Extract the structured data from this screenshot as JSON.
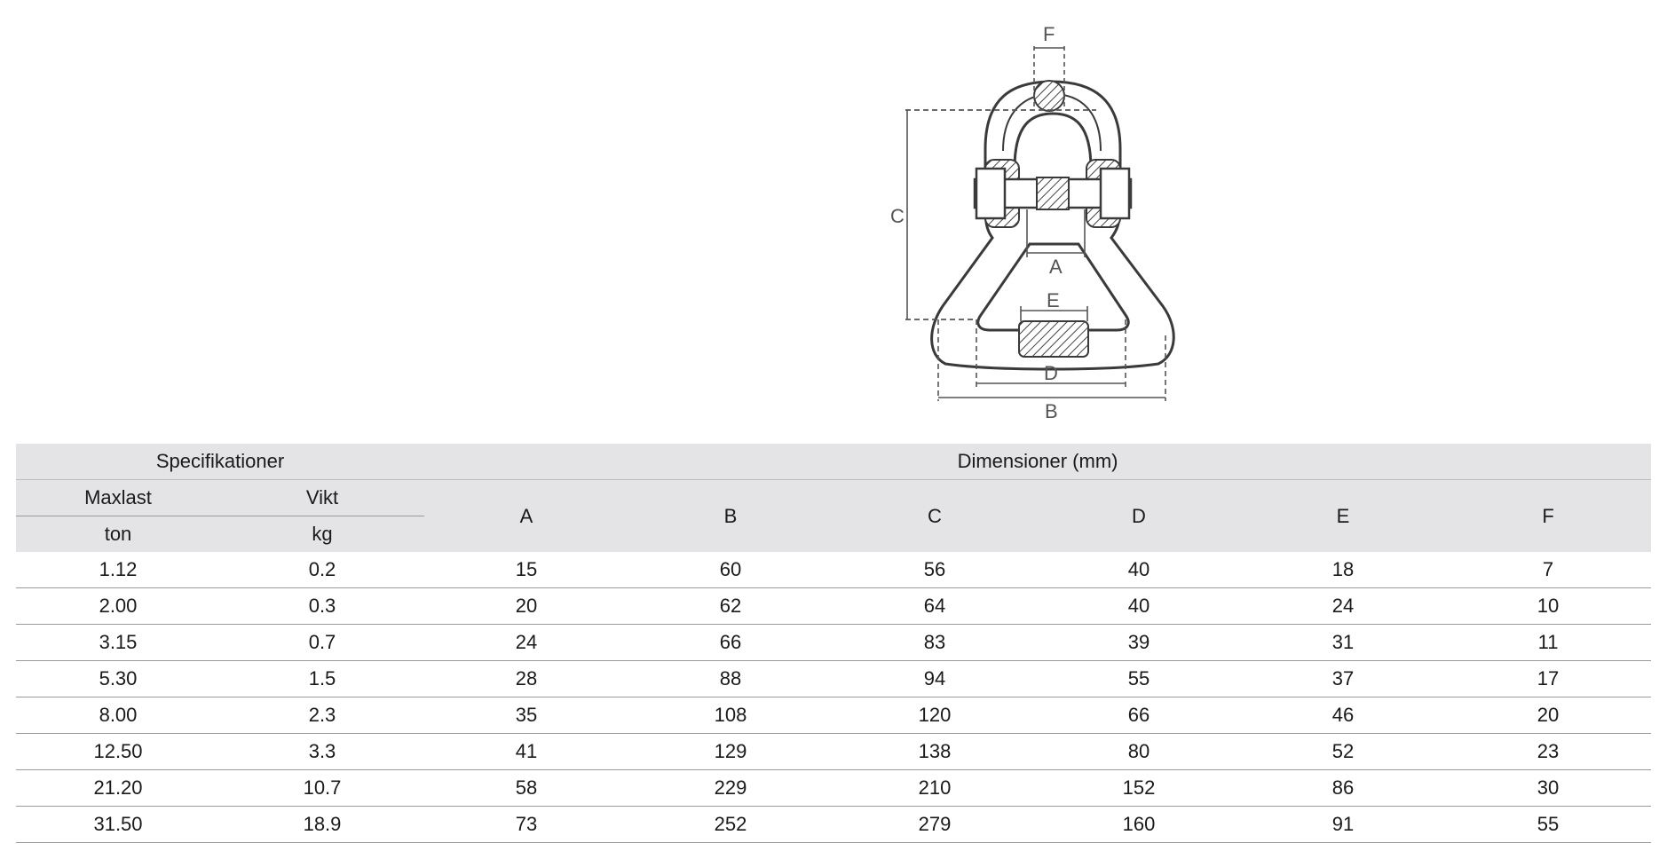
{
  "diagram": {
    "labels": {
      "a": "A",
      "b": "B",
      "c": "C",
      "d": "D",
      "e": "E",
      "f": "F"
    },
    "colors": {
      "line": "#3a3a3a",
      "dim": "#555555",
      "hatch": "#444444"
    }
  },
  "table": {
    "group_headers": {
      "specs": "Specifikationer",
      "dimensions": "Dimensioner (mm)"
    },
    "spec_columns": [
      {
        "name": "Maxlast",
        "unit": "ton"
      },
      {
        "name": "Vikt",
        "unit": "kg"
      }
    ],
    "dim_columns": [
      "A",
      "B",
      "C",
      "D",
      "E",
      "F"
    ],
    "rows": [
      [
        "1.12",
        "0.2",
        "15",
        "60",
        "56",
        "40",
        "18",
        "7"
      ],
      [
        "2.00",
        "0.3",
        "20",
        "62",
        "64",
        "40",
        "24",
        "10"
      ],
      [
        "3.15",
        "0.7",
        "24",
        "66",
        "83",
        "39",
        "31",
        "11"
      ],
      [
        "5.30",
        "1.5",
        "28",
        "88",
        "94",
        "55",
        "37",
        "17"
      ],
      [
        "8.00",
        "2.3",
        "35",
        "108",
        "120",
        "66",
        "46",
        "20"
      ],
      [
        "12.50",
        "3.3",
        "41",
        "129",
        "138",
        "80",
        "52",
        "23"
      ],
      [
        "21.20",
        "10.7",
        "58",
        "229",
        "210",
        "152",
        "86",
        "30"
      ],
      [
        "31.50",
        "18.9",
        "73",
        "252",
        "279",
        "160",
        "91",
        "55"
      ]
    ],
    "colors": {
      "header_bg": "#e4e4e6",
      "rule": "#9a9a9c"
    }
  }
}
